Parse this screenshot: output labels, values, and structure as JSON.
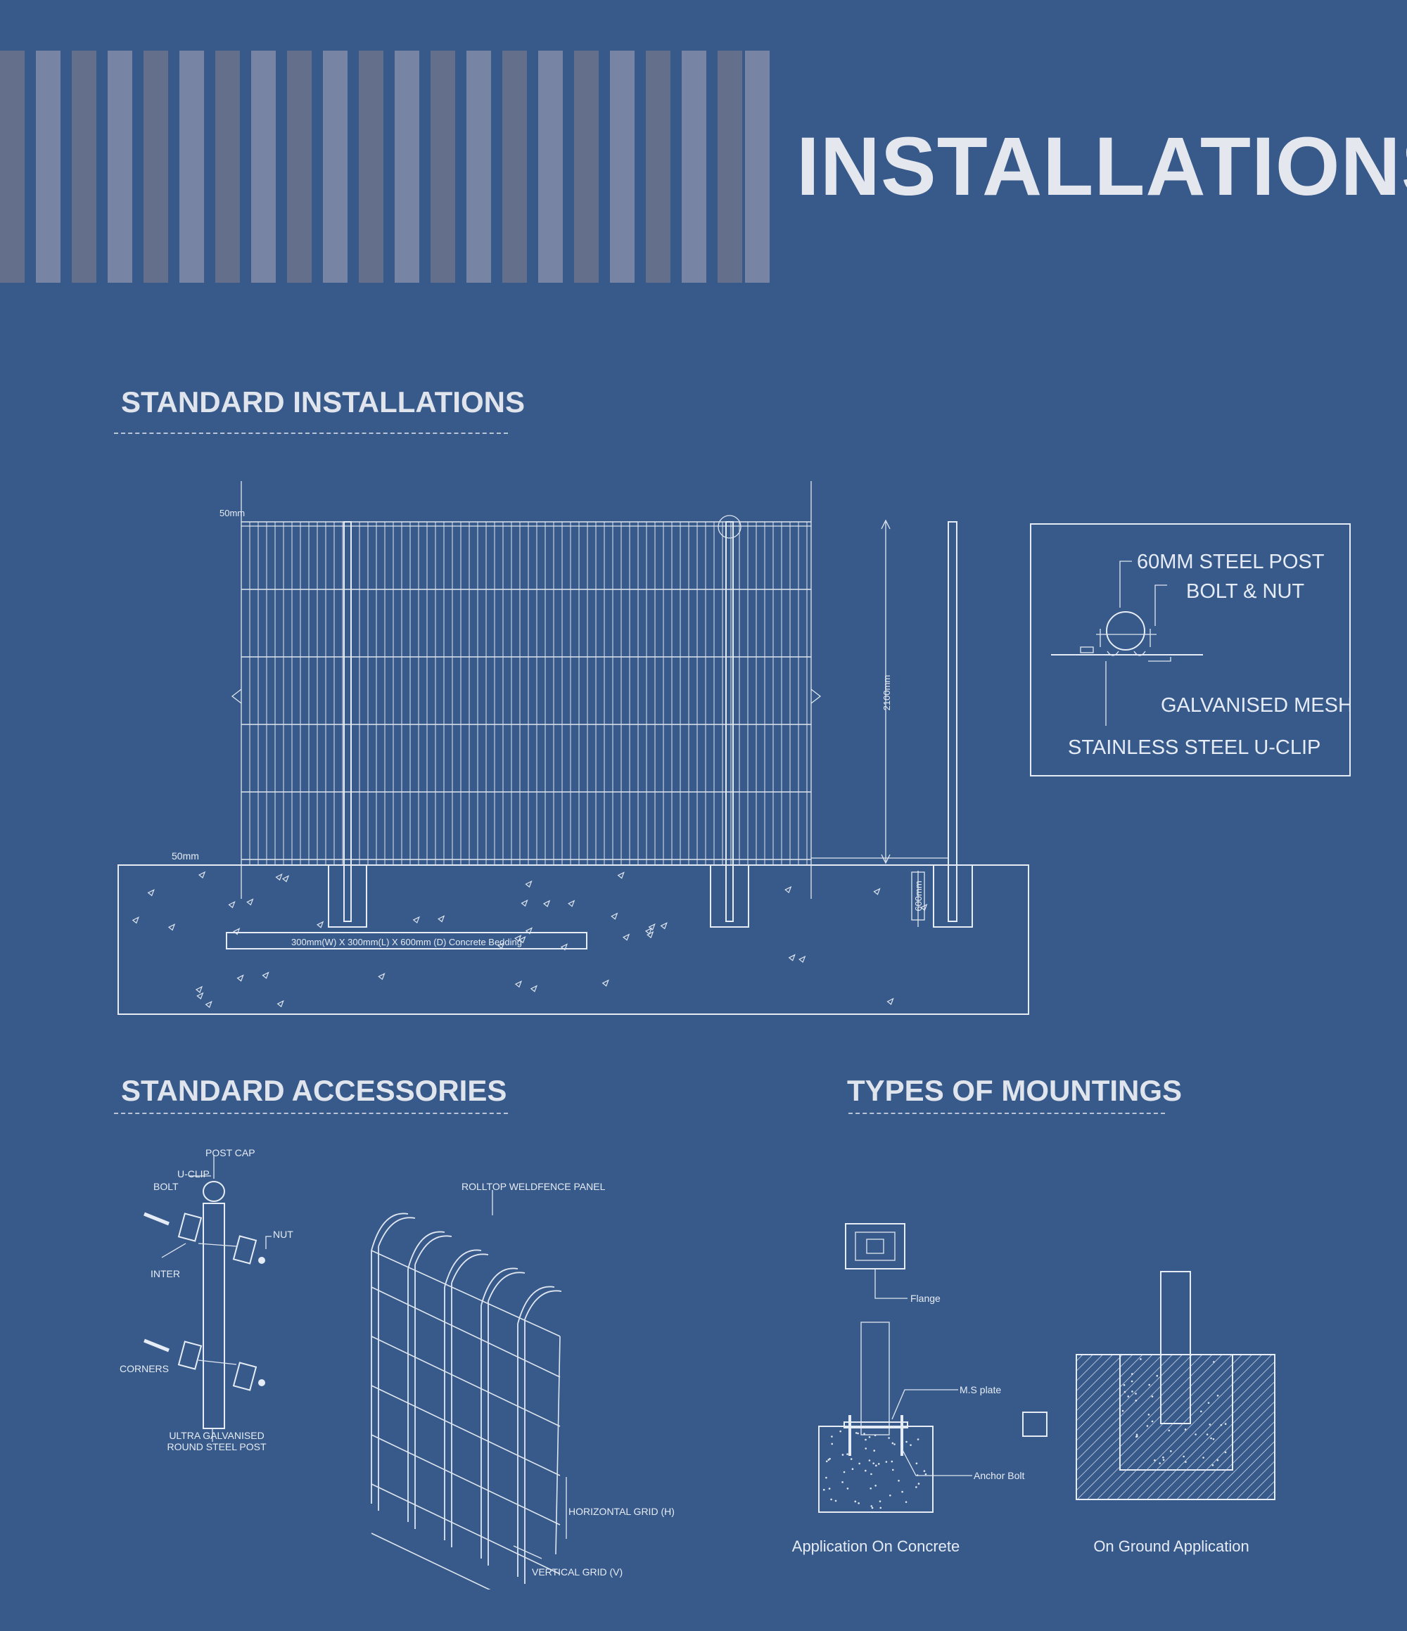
{
  "page_title": "INSTALLATIONS",
  "sections": {
    "standard_installations": "STANDARD INSTALLATIONS",
    "standard_accessories": "STANDARD ACCESSORIES",
    "types_of_mountings": "TYPES OF MOUNTINGS"
  },
  "fence_drawing": {
    "top_offset": "50mm",
    "bottom_offset": "50mm",
    "height": "2100mm",
    "bedding_depth": "600mm",
    "bedding_label": "300mm(W) X 300mm(L) X 600mm (D) Concrete Bedding"
  },
  "detail_box": {
    "steel_post": "60MM STEEL POST",
    "bolt_nut": "BOLT & NUT",
    "mesh": "GALVANISED MESH",
    "uclip": "STAINLESS STEEL U-CLIP"
  },
  "accessories": {
    "post_cap": "POST CAP",
    "u_clip": "U-CLIP",
    "bolt": "BOLT",
    "nut": "NUT",
    "inter": "INTER",
    "corners": "CORNERS",
    "post_line1": "ULTRA GALVANISED",
    "post_line2": "ROUND STEEL POST",
    "panel": "ROLLTOP WELDFENCE PANEL",
    "horizontal_grid": "HORIZONTAL GRID (H)",
    "vertical_grid": "VERTICAL GRID (V)"
  },
  "mountings": {
    "flange": "Flange",
    "ms_plate": "M.S plate",
    "anchor_bolt": "Anchor Bolt",
    "concrete_caption": "Application On Concrete",
    "ground_caption": "On Ground Application"
  },
  "colors": {
    "background": "#385a8a",
    "stripe_light": "#7884a3",
    "stripe_dark": "#636f8b",
    "line": "#e6ecf5"
  }
}
